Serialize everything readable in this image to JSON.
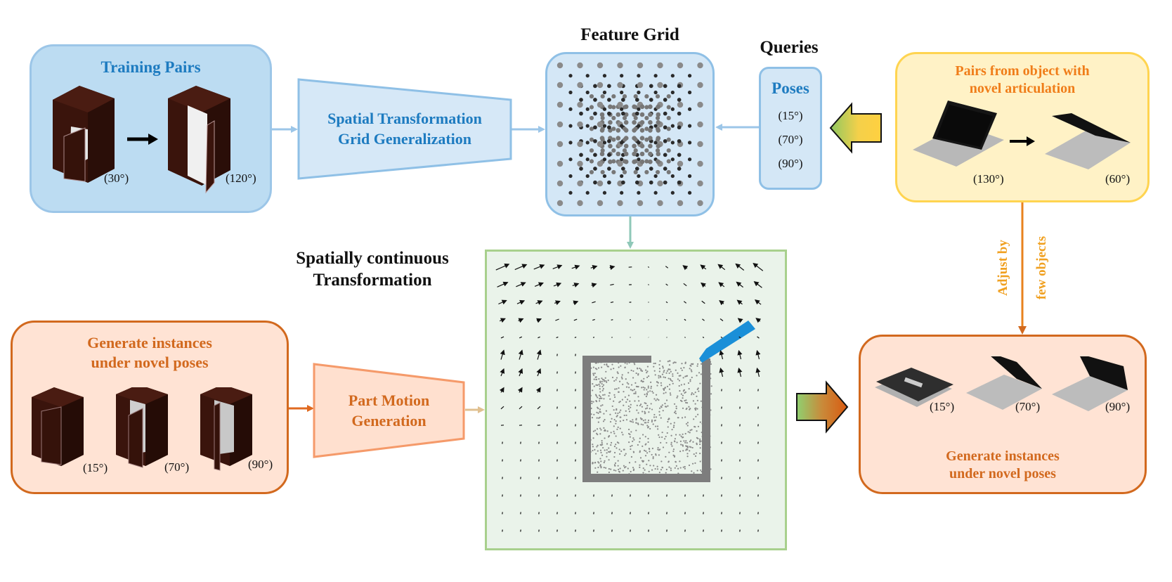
{
  "training_pairs": {
    "title": "Training Pairs",
    "poses": [
      "(30°)",
      "(120°)"
    ]
  },
  "spatial_module": {
    "line1": "Spatial Transformation",
    "line2": "Grid Generalization"
  },
  "feature_grid": {
    "title": "Feature Grid"
  },
  "queries": {
    "title": "Queries",
    "box_title": "Poses",
    "poses": [
      "(15°)",
      "(70°)",
      "(90°)"
    ]
  },
  "novel_articulation": {
    "line1": "Pairs from object with",
    "line2": "novel articulation",
    "poses": [
      "(130°)",
      "(60°)"
    ]
  },
  "adjust": {
    "line1": "Adjust by",
    "line2": "few objects"
  },
  "continuous_transformation": {
    "line1": "Spatially continuous",
    "line2": "Transformation"
  },
  "part_motion": {
    "line1": "Part Motion",
    "line2": "Generation"
  },
  "generate_left": {
    "line1": "Generate instances",
    "line2": "under novel poses",
    "poses": [
      "(15°)",
      "(70°)",
      "(90°)"
    ]
  },
  "generate_right": {
    "line1": "Generate instances",
    "line2": "under novel poses",
    "poses": [
      "(15°)",
      "(70°)",
      "(90°)"
    ]
  },
  "colors": {
    "blue_text": "#1d7bc0",
    "blue_fill": "#bcdcf2",
    "blue_border": "#8fc0e6",
    "yellow_fill": "#fff2c6",
    "yellow_border": "#ffd450",
    "orange_text": "#d2691e",
    "orange_fill": "#ffe3d4",
    "green_border": "#a8d08d",
    "part_blue": "#1a8fd8",
    "wood": "#3a140c"
  }
}
